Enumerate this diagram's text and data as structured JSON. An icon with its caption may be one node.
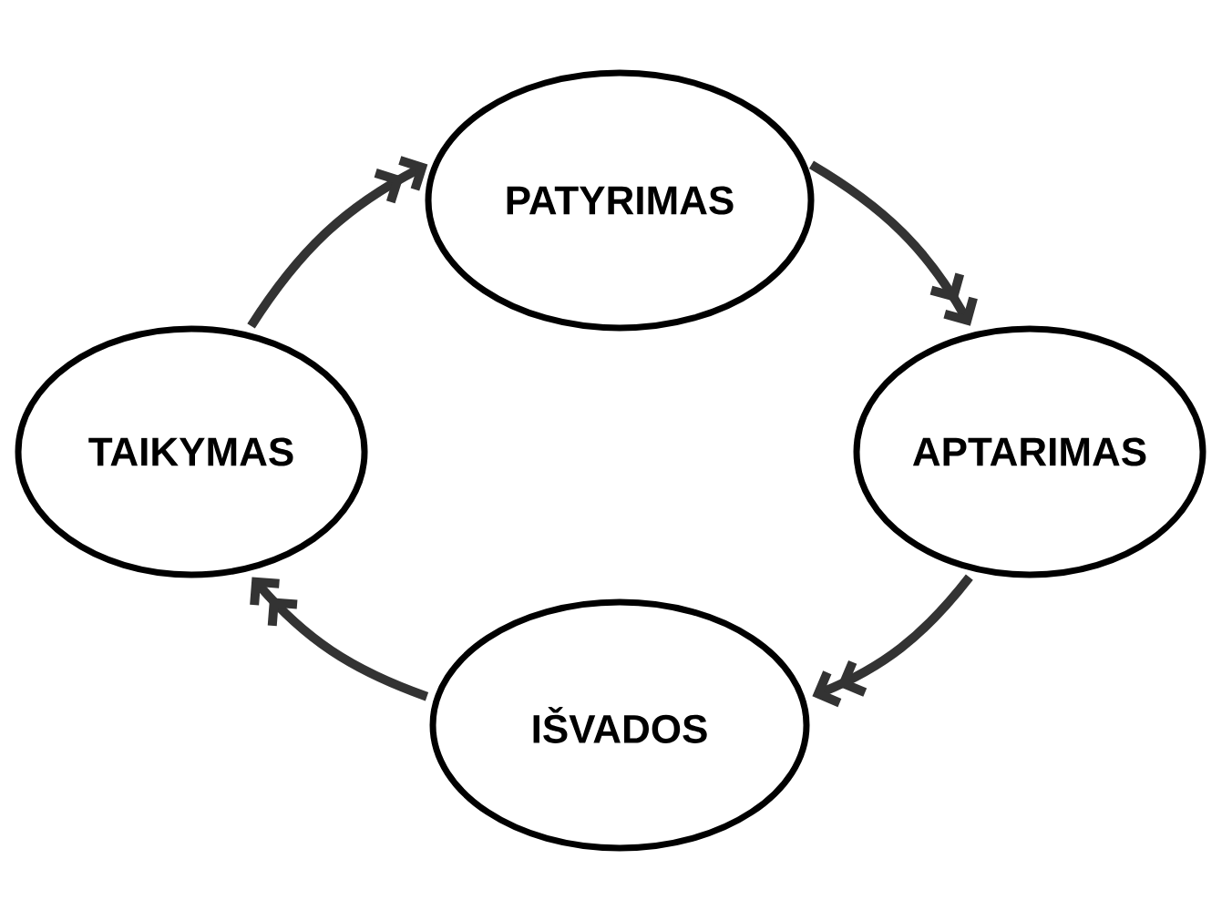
{
  "diagram": {
    "nodes": [
      {
        "text": [
          "PATYRIMAS"
        ]
      },
      {
        "text": [
          "APTARIMAS"
        ]
      },
      {
        "text": [
          "IŠVADOS"
        ]
      },
      {
        "text": [
          "TAIKYMAS"
        ]
      }
    ],
    "edges": [
      {
        "from": 0,
        "to": 1,
        "arrow": "to"
      },
      {
        "from": 1,
        "to": 2,
        "arrow": "to"
      },
      {
        "from": 2,
        "to": 3,
        "arrow": "to"
      },
      {
        "from": 3,
        "to": 0,
        "arrow": "to"
      }
    ]
  }
}
